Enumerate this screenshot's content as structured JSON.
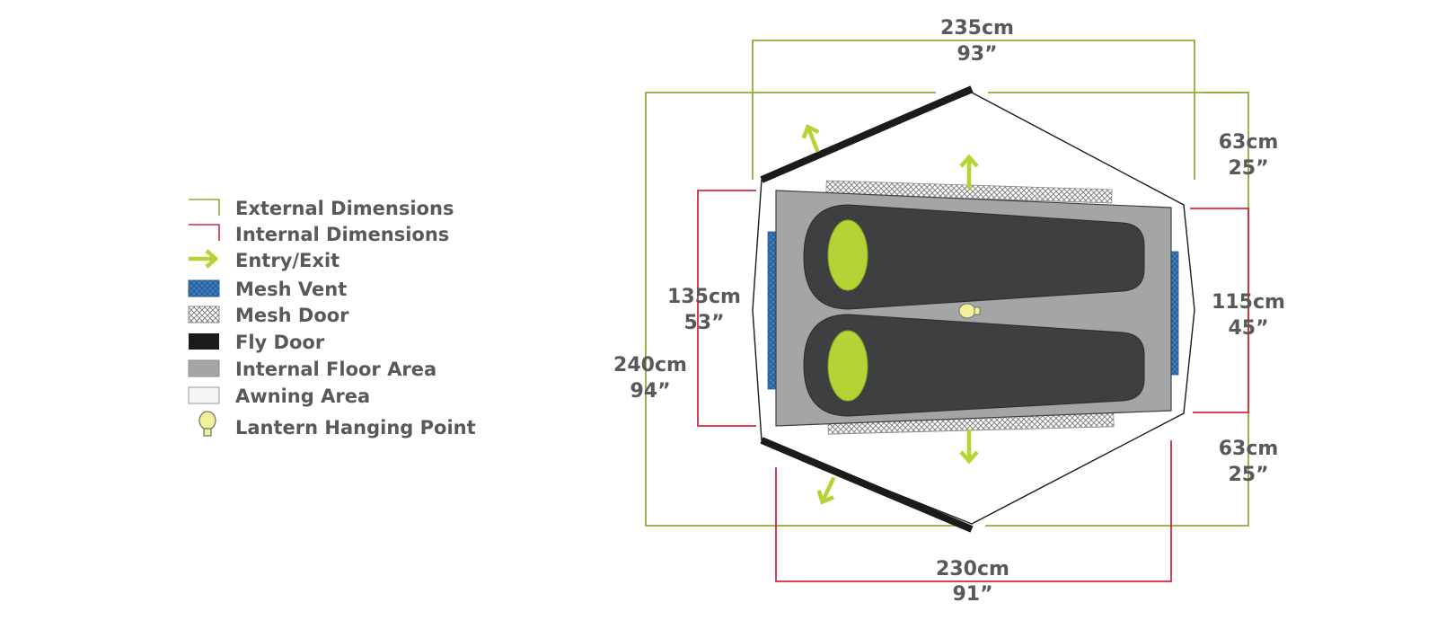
{
  "legend": {
    "items": [
      {
        "key": "external",
        "label": "External Dimensions",
        "color": "#8dae3c"
      },
      {
        "key": "internal",
        "label": "Internal Dimensions",
        "color": "#d2283c"
      },
      {
        "key": "entry",
        "label": "Entry/Exit",
        "color": "#b5d334"
      },
      {
        "key": "mesh_vent",
        "label": "Mesh Vent",
        "color": "#3f7fc1"
      },
      {
        "key": "mesh_door",
        "label": "Mesh Door",
        "color": "#d4d4d4"
      },
      {
        "key": "fly_door",
        "label": "Fly Door",
        "color": "#1b1b1b"
      },
      {
        "key": "floor",
        "label": "Internal Floor Area",
        "color": "#a3a5a7"
      },
      {
        "key": "awning",
        "label": "Awning Area",
        "color": "#f4f4f4"
      },
      {
        "key": "lantern",
        "label": "Lantern Hanging Point",
        "color": "#f3f09a"
      }
    ]
  },
  "dimensions": {
    "top": {
      "metric": "235cm",
      "imperial": "93”"
    },
    "bottom": {
      "metric": "230cm",
      "imperial": "91”"
    },
    "left_outer": {
      "metric": "240cm",
      "imperial": "94”"
    },
    "left_inner": {
      "metric": "135cm",
      "imperial": "53”"
    },
    "right_top": {
      "metric": "63cm",
      "imperial": "25”"
    },
    "right_mid": {
      "metric": "115cm",
      "imperial": "45”"
    },
    "right_bottom": {
      "metric": "63cm",
      "imperial": "25”"
    }
  },
  "colors": {
    "external": "#8dae3c",
    "internal": "#d2283c",
    "entry": "#b5d334",
    "text": "#58595b",
    "floor": "#a3a5a7",
    "sleeping_bag": "#3e3f41",
    "face": "#b5d334",
    "fly_door": "#1b1b1b",
    "mesh_vent": "#3f7fc1",
    "awning": "#ffffff",
    "lantern": "#f3f09a"
  }
}
